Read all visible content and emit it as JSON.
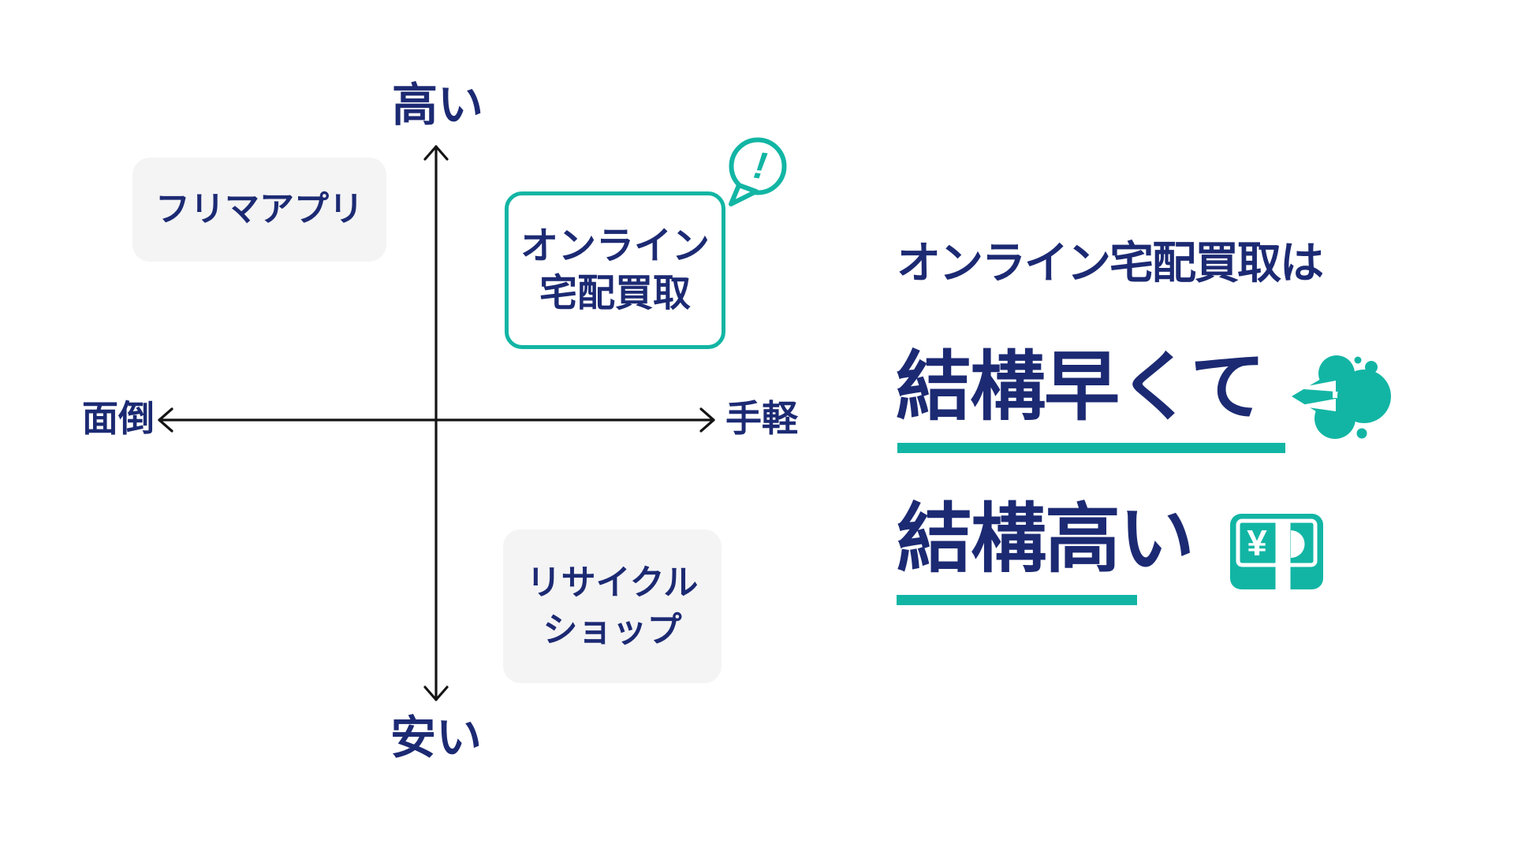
{
  "palette": {
    "navy": "#1c2a73",
    "teal": "#12b5a4",
    "box_gray": "#f4f4f5",
    "axis_black": "#141414",
    "background": "#ffffff"
  },
  "matrix": {
    "axis": {
      "top": "高い",
      "bottom": "安い",
      "left": "面倒",
      "right": "手軽"
    },
    "boxes": {
      "flea_market_app": {
        "label": "フリマアプリ"
      },
      "online_delivery_kaitori": {
        "line1": "オンライン",
        "line2": "宅配買取"
      },
      "recycle_shop": {
        "line1": "リサイクル",
        "line2": "ショップ"
      }
    },
    "alert_badge": {
      "mark": "!"
    }
  },
  "callout": {
    "headline": "オンライン宅配買取は",
    "point_fast": "結構早くて",
    "point_high": "結構高い"
  },
  "icons": {
    "alert": "exclamation-speech-bubble",
    "fast": "dash-puff",
    "high_price": "yen-banknotes",
    "yen_mark": "¥"
  }
}
